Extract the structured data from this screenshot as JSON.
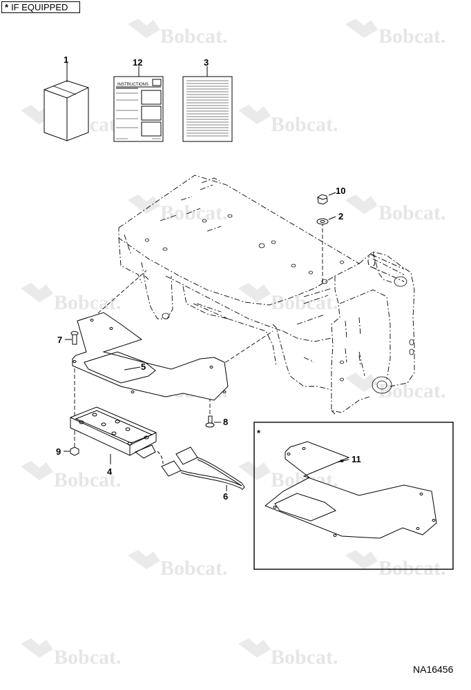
{
  "legend": {
    "symbol": "*",
    "text": "IF EQUIPPED"
  },
  "watermark_text": "Bobcat.",
  "figure_id": "NA16456",
  "instructions_label": "INSTRUCTIONS",
  "inset_marker": "*",
  "callouts": {
    "c1": "1",
    "c12": "12",
    "c3": "3",
    "c10": "10",
    "c2": "2",
    "c7": "7",
    "c5": "5",
    "c8": "8",
    "c9": "9",
    "c4": "4",
    "c6": "6",
    "c11": "11"
  },
  "colors": {
    "line": "#000000",
    "watermark": "#e6e6e6"
  }
}
